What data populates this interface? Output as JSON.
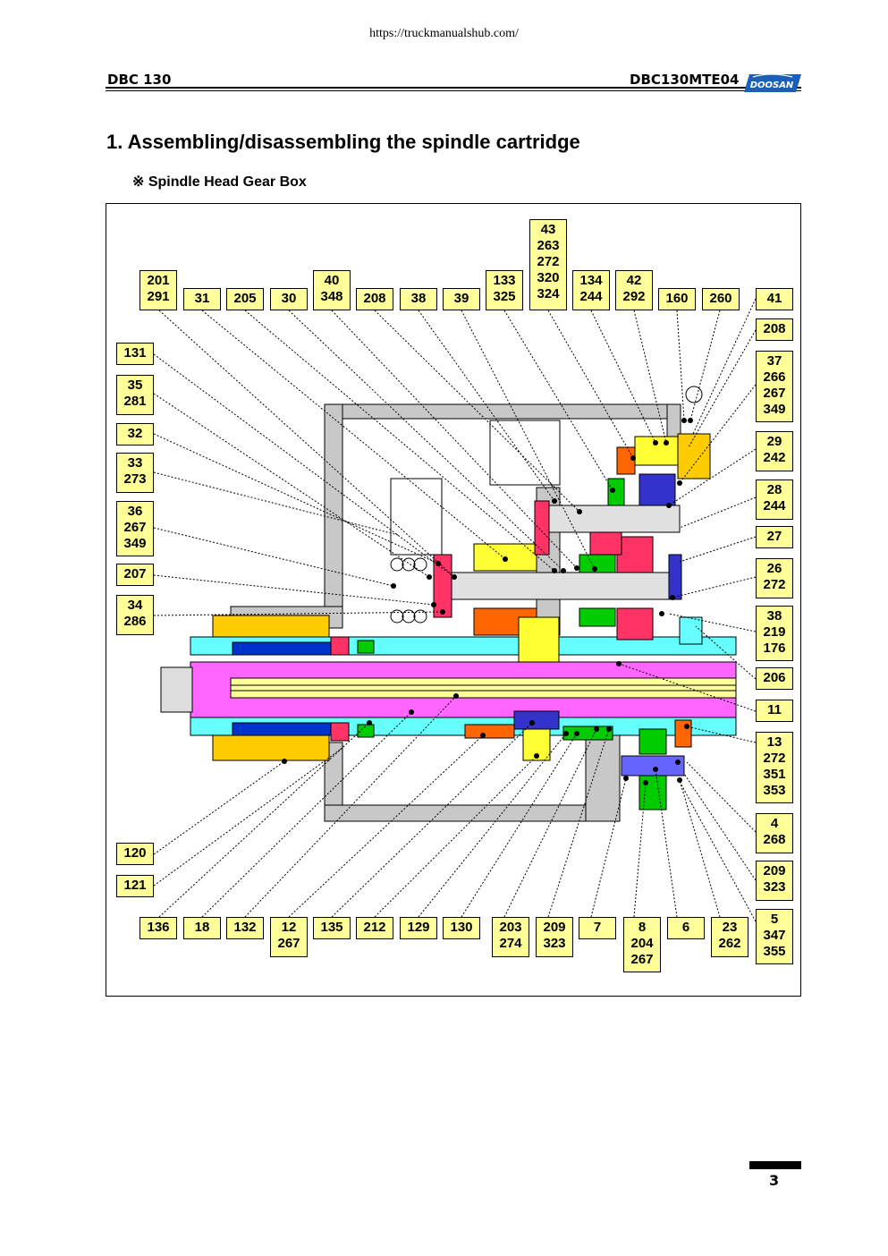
{
  "header": {
    "url": "https://truckmanualshub.com/",
    "model": "DBC 130",
    "doc_code": "DBC130MTE04",
    "logo_text": "DOOSAN"
  },
  "title": "1. Assembling/disassembling the spindle cartridge",
  "subtitle": "※ Spindle Head Gear Box",
  "labels": {
    "l201": "201\n291",
    "l31": "31",
    "l205": "205",
    "l30": "30",
    "l40": "40\n348",
    "l208a": "208",
    "l38a": "38",
    "l39": "39",
    "l133": "133\n325",
    "l43": "43\n263\n272\n320\n324",
    "l134": "134\n244",
    "l42": "42\n292",
    "l160": "160",
    "l260": "260",
    "l41": "41",
    "l208b": "208",
    "l37": "37\n266\n267\n349",
    "l29": "29\n242",
    "l28": "28\n244",
    "l27": "27",
    "l26": "26\n272",
    "l38b": "38\n219\n176",
    "l206": "206",
    "l11": "11",
    "l13": "13\n272\n351\n353",
    "l4": "4\n268",
    "l209b": "209\n323",
    "l5": "5\n347\n355",
    "l131": "131",
    "l35": "35\n281",
    "l32": "32",
    "l33": "33\n273",
    "l36": "36\n267\n349",
    "l207": "207",
    "l34": "34\n286",
    "l120": "120",
    "l121": "121",
    "l136": "136",
    "l18": "18",
    "l132": "132",
    "l12": "12\n267",
    "l135": "135",
    "l212": "212",
    "l129": "129",
    "l130": "130",
    "l203": "203\n274",
    "l209a": "209\n323",
    "l7": "7",
    "l8": "8\n204\n267",
    "l6": "6",
    "l23": "23\n262"
  },
  "page_number": "3",
  "colors": {
    "label_fill": "#ffff99",
    "spindle_magenta": "#ff66ff",
    "sleeve_cyan": "#66ffff",
    "housing_gray": "#c8c8c8",
    "gear_green": "#00cc00",
    "gear_red": "#ff3366",
    "gear_blue": "#3333cc",
    "gear_yellow": "#ffff33",
    "gear_orange": "#ff6600",
    "logo_blue": "#1c5fb8"
  }
}
